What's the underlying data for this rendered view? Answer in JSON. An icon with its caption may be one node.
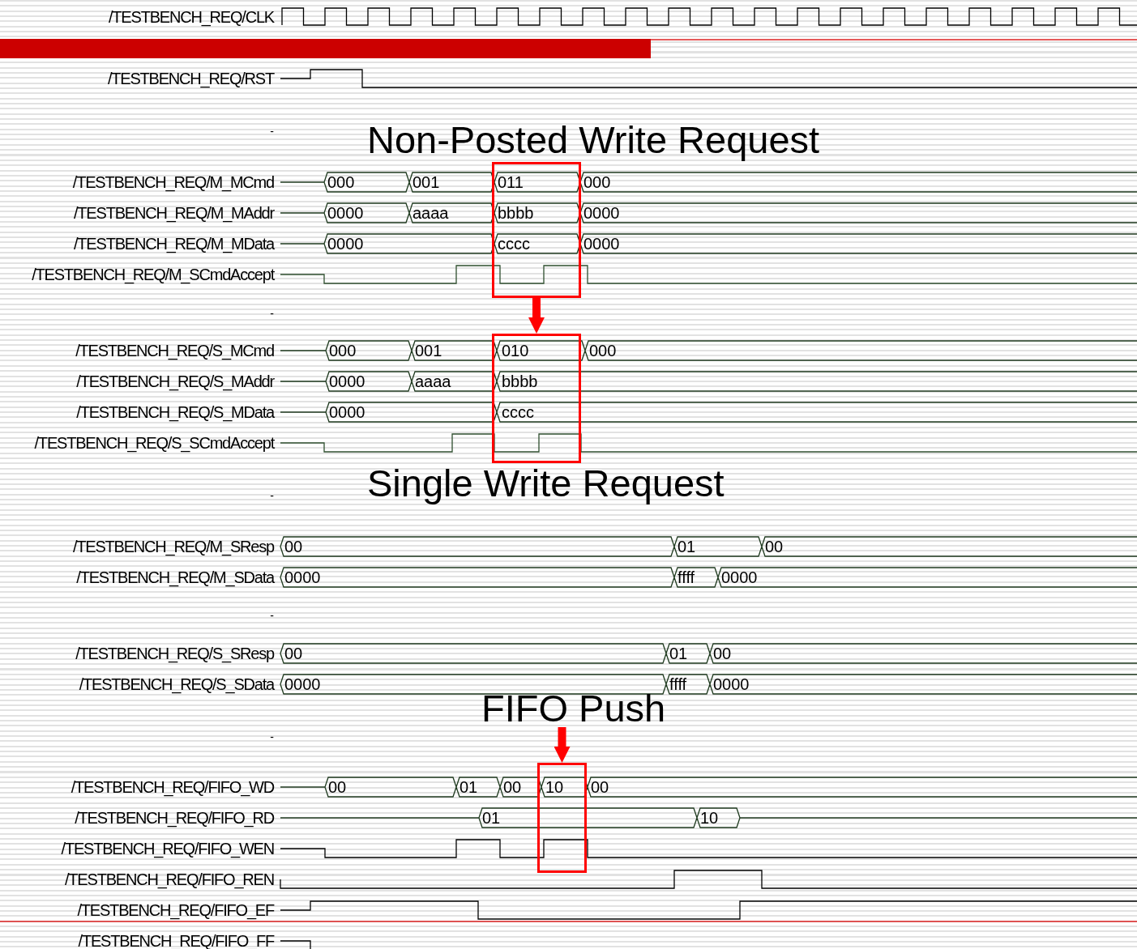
{
  "diagram": {
    "nodes": [
      {
        "text": [],
        "shape": "box"
      },
      {
        "text": [],
        "shape": "box"
      },
      {
        "text": [
          "FIFO Push"
        ]
      },
      {
        "text": [],
        "shape": "box"
      }
    ],
    "edges": [
      {
        "from": 0,
        "to": 1,
        "arrow": "to"
      },
      {
        "from": 2,
        "to": 3,
        "arrow": "to"
      }
    ],
    "labels": [
      "/TESTBENCH_REQ/CLK",
      "/TESTBENCH_REQ/RST",
      "-",
      "Non-Posted Write Request",
      "/TESTBENCH_REQ/M_MCmd",
      "000",
      "001",
      "011",
      "000",
      "/TESTBENCH_REQ/M_MAddr",
      "0000",
      "aaaa",
      "bbbb",
      "0000",
      "/TESTBENCH_REQ/M_MData",
      "0000",
      "cccc",
      "0000",
      "/TESTBENCH_REQ/M_SCmdAccept",
      "-",
      "/TESTBENCH_REQ/S_MCmd",
      "000",
      "001",
      "010",
      "000",
      "/TESTBENCH_REQ/S_MAddr",
      "0000",
      "aaaa",
      "bbbb",
      "/TESTBENCH_REQ/S_MData",
      "0000",
      "cccc",
      "/TESTBENCH_REQ/S_SCmdAccept",
      "Single Write Request",
      "-",
      "/TESTBENCH_REQ/M_SResp",
      "00",
      "01",
      "00",
      "/TESTBENCH_REQ/M_SData",
      "0000",
      "ffff",
      "0000",
      "-",
      "/TESTBENCH_REQ/S_SResp",
      "00",
      "01",
      "00",
      "/TESTBENCH_REQ/S_SData",
      "0000",
      "ffff",
      "0000",
      "-",
      "/TESTBENCH_REQ/FIFO_WD",
      "00",
      "01",
      "00",
      "10",
      "00",
      "/TESTBENCH_REQ/FIFO_RD",
      "01",
      "10",
      "/TESTBENCH_REQ/FIFO_WEN",
      "/TESTBENCH_REQ/FIFO_REN",
      "/TESTBENCH_REQ/FIFO_EF",
      "/TESTBENCH_REQ/FIFO_FF"
    ]
  }
}
